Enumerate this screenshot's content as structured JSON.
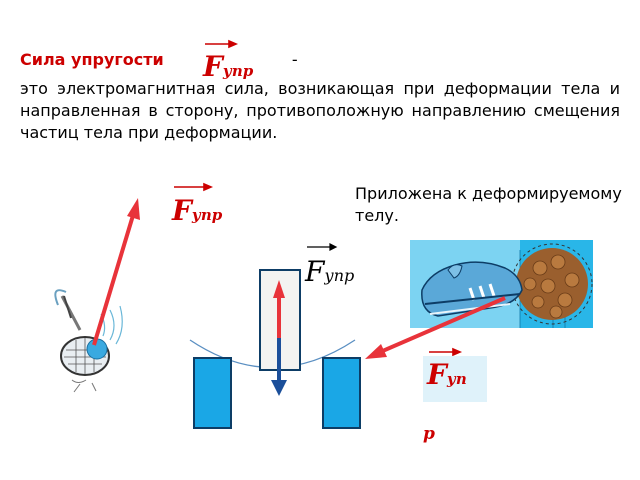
{
  "heading": {
    "term": "Сила упругости",
    "dash": "-"
  },
  "definition": "это электромагнитная сила, возникающая при деформации тела и направленная в сторону, противоположную направлению смещения частиц тела при деформации.",
  "applied_note": "Приложена к деформируемому телу.",
  "force_symbol": {
    "letter": "F",
    "subscript": "упр",
    "subscript_split_a": "уп",
    "subscript_split_b": "р"
  },
  "colors": {
    "force_red": "#cc0000",
    "arrow_red": "#e8333a",
    "support_blue": "#1aa7e6",
    "bar_fill": "#f3f3f1"
  },
  "icons": [
    "tennis-racket-ball-icon",
    "shoe-kicking-ball-icon"
  ]
}
